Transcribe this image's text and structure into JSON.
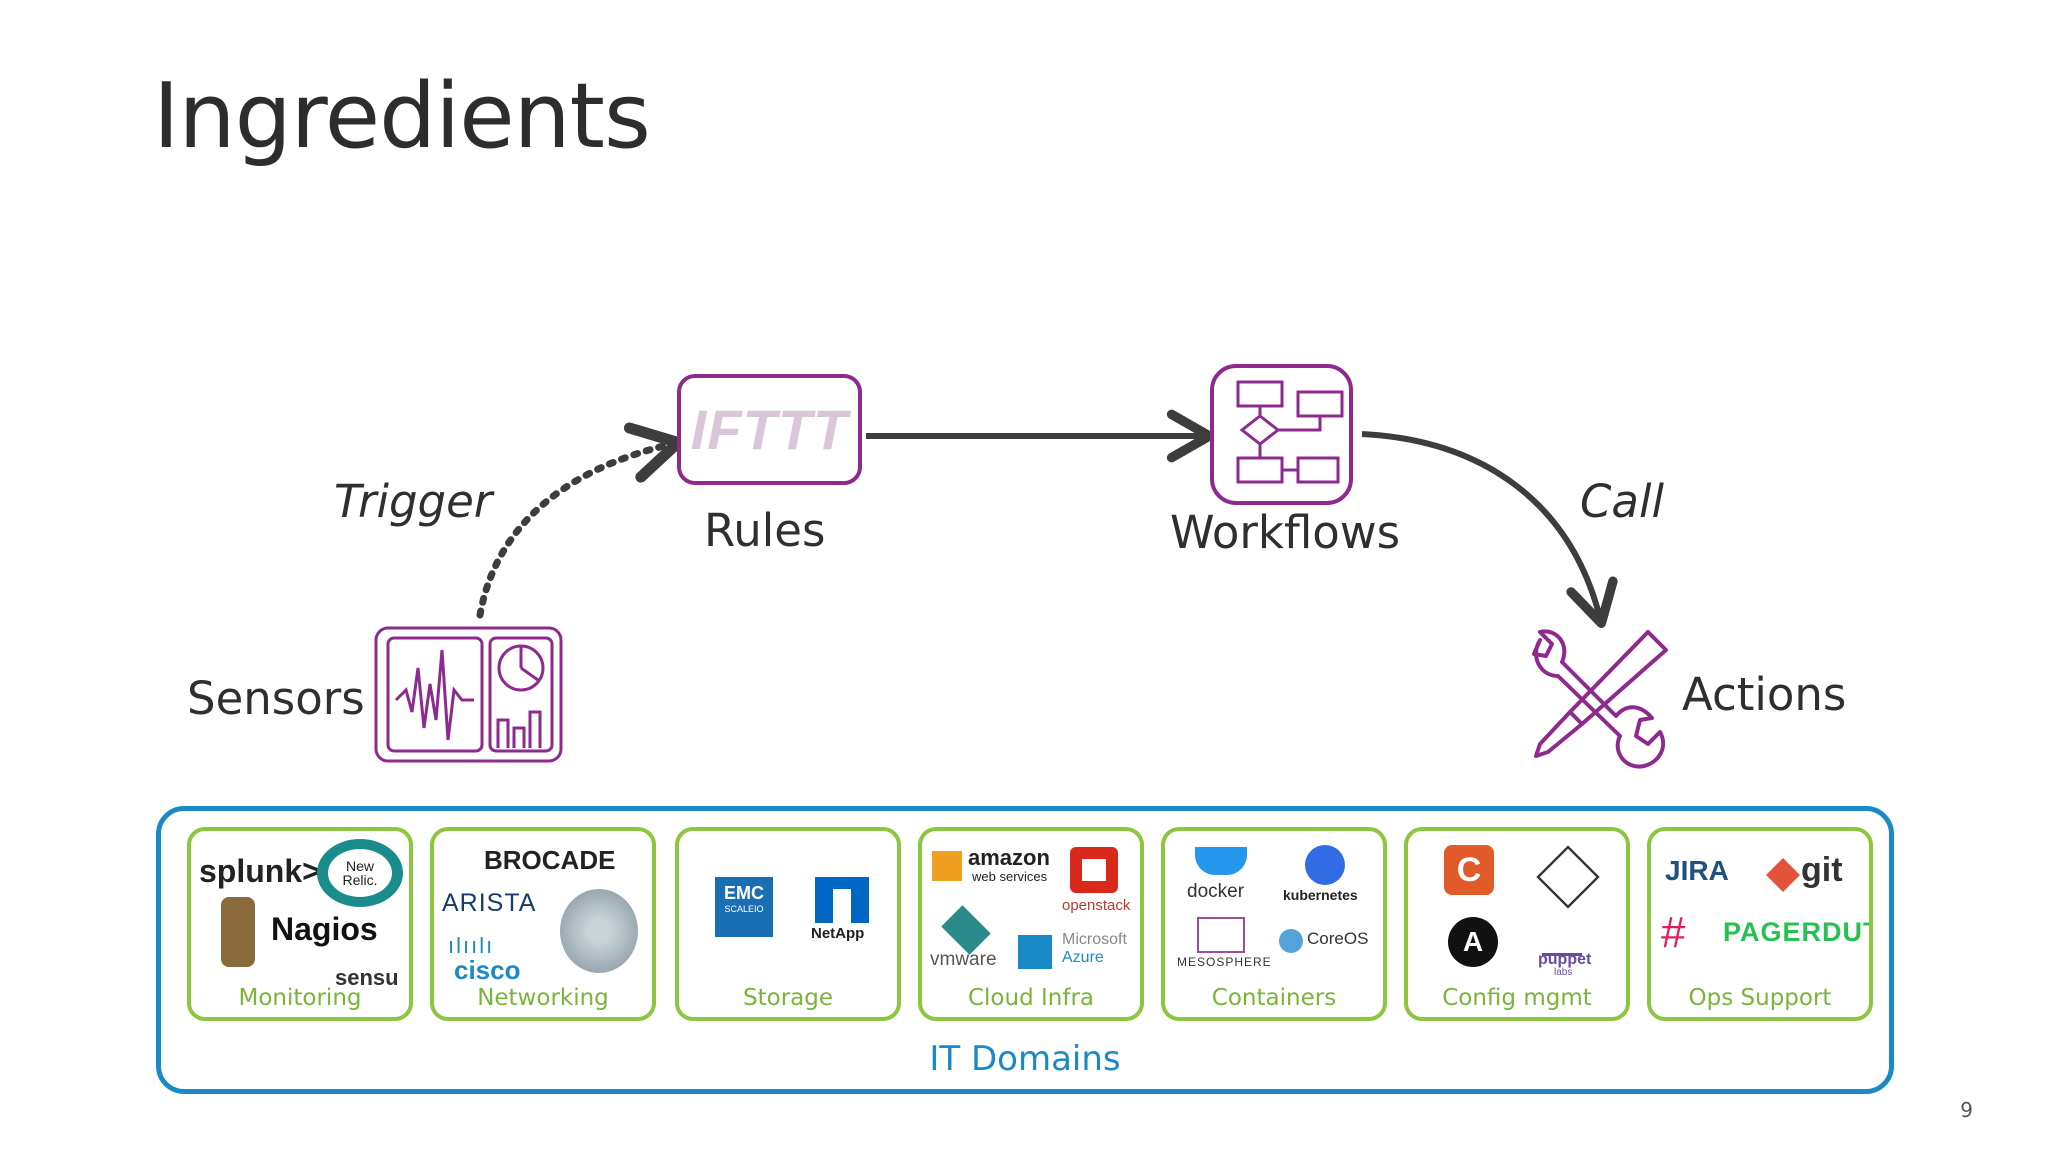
{
  "slide": {
    "title": "Ingredients",
    "page_number": "9"
  },
  "diagram": {
    "sensors_label": "Sensors",
    "rules_label": "Rules",
    "rules_icon_text": "IFTTT",
    "workflows_label": "Workflows",
    "actions_label": "Actions",
    "trigger_label": "Trigger",
    "call_label": "Call",
    "accent_color": "#8e2a8e",
    "arrow_color": "#3d3d3d"
  },
  "it_domains": {
    "label": "IT Domains",
    "border_color": "#1a8ac6",
    "card_border_color": "#8cc63f",
    "cards": [
      {
        "title": "Monitoring",
        "logos": [
          "splunk>",
          "New Relic.",
          "Nagios",
          "sensu"
        ]
      },
      {
        "title": "Networking",
        "logos": [
          "BROCADE",
          "ARISTA",
          "cisco"
        ]
      },
      {
        "title": "Storage",
        "logos": [
          "EMC",
          "SCALEIO",
          "NetApp"
        ]
      },
      {
        "title": "Cloud Infra",
        "logos": [
          "amazon",
          "web services",
          "openstack",
          "vmware",
          "Microsoft",
          "Azure"
        ]
      },
      {
        "title": "Containers",
        "logos": [
          "docker",
          "kubernetes",
          "MESOSPHERE",
          "CoreOS"
        ]
      },
      {
        "title": "Config mgmt",
        "logos": [
          "C",
          "A",
          "puppet",
          "labs"
        ]
      },
      {
        "title": "Ops Support",
        "logos": [
          "JIRA",
          "git",
          "PAGERDUTY"
        ]
      }
    ]
  }
}
